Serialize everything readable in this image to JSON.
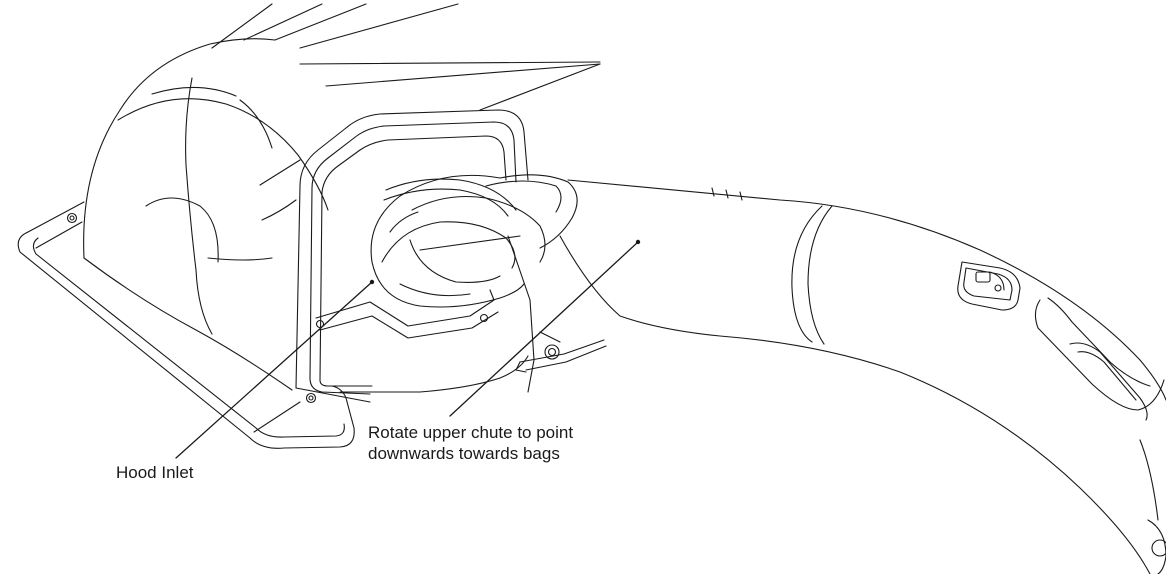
{
  "labels": {
    "hood_inlet": "Hood Inlet",
    "rotate_chute_line1": "Rotate upper chute to point",
    "rotate_chute_line2": "downwards towards bags"
  },
  "colors": {
    "line": "#1a1a1a",
    "background": "#ffffff",
    "shade": "#f2f2f2"
  }
}
